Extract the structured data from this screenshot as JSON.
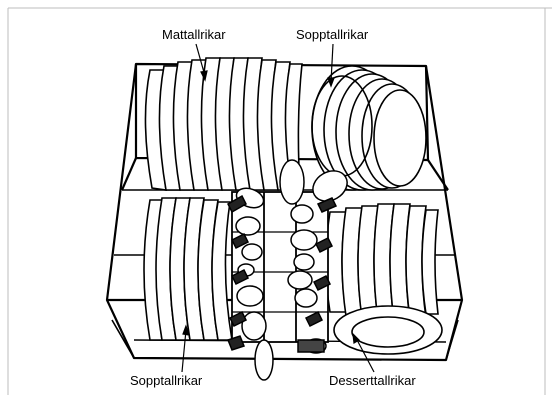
{
  "labels": {
    "top_left": "Mattallrikar",
    "top_right": "Sopptallrikar",
    "bottom_left": "Sopptallrikar",
    "bottom_right": "Desserttallrikar"
  },
  "colors": {
    "frame_border": "#bdbdbd",
    "line": "#000000",
    "fill": "#ffffff",
    "shade": "#444444"
  }
}
